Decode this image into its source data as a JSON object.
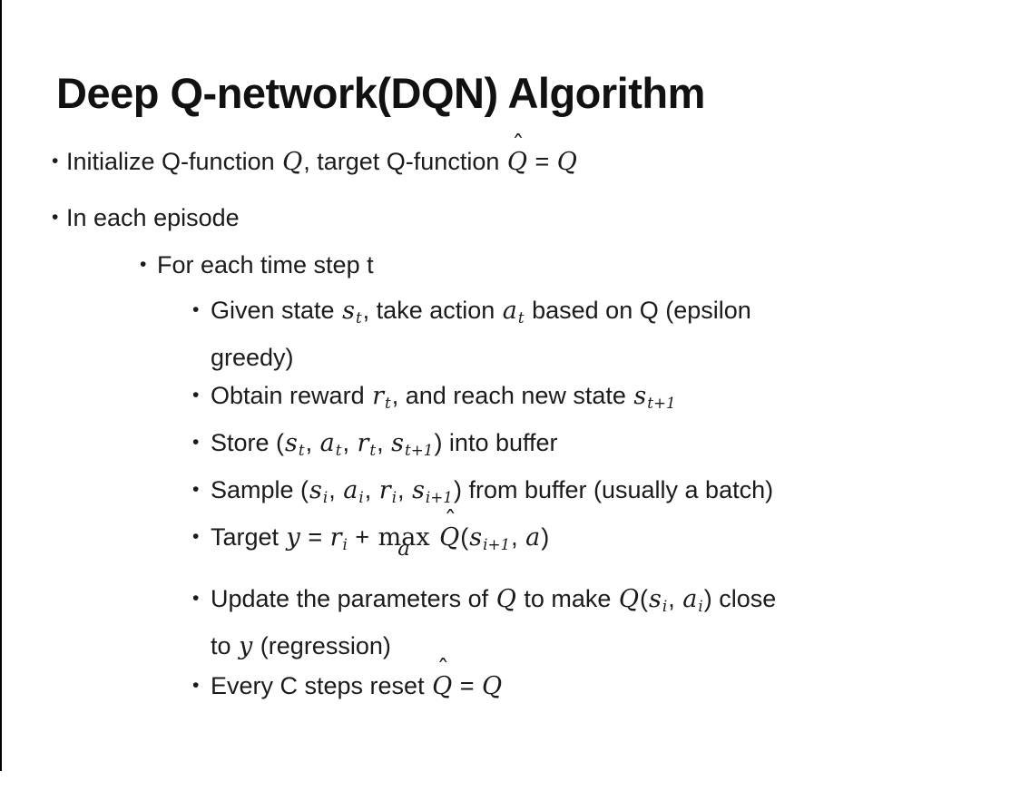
{
  "page": {
    "background_color": "#ffffff",
    "text_color": "#1b1b1b",
    "edge_line_color": "#000000"
  },
  "slide": {
    "title": "Deep Q-network(DQN) Algorithm",
    "bullet_glyph": "•",
    "math": {
      "hat_glyph": "ˆ"
    },
    "bullets": [
      {
        "level": 1,
        "segments": [
          {
            "t": "Initialize Q-function "
          },
          {
            "i": "Q"
          },
          {
            "t": ", target Q-function "
          },
          {
            "i": "Q",
            "hat": true
          },
          {
            "t": " = "
          },
          {
            "i": "Q"
          }
        ]
      },
      {
        "level": 1,
        "segments": [
          {
            "t": "In each episode"
          }
        ]
      },
      {
        "level": 2,
        "segments": [
          {
            "t": "For each time step t"
          }
        ]
      },
      {
        "level": 3,
        "segments": [
          {
            "t": "Given state "
          },
          {
            "i": "s",
            "sub": "t"
          },
          {
            "t": ", take action "
          },
          {
            "i": "a",
            "sub": "t"
          },
          {
            "t": " based on Q (epsilon"
          },
          {
            "br": true
          },
          {
            "t": "greedy)"
          }
        ]
      },
      {
        "level": 3,
        "segments": [
          {
            "t": "Obtain reward "
          },
          {
            "i": "r",
            "sub": "t"
          },
          {
            "t": ", and reach new state "
          },
          {
            "i": "s",
            "sub": "t+1"
          }
        ]
      },
      {
        "level": 3,
        "segments": [
          {
            "t": "Store ("
          },
          {
            "i": "s",
            "sub": "t"
          },
          {
            "t": ", "
          },
          {
            "i": "a",
            "sub": "t"
          },
          {
            "t": ", "
          },
          {
            "i": "r",
            "sub": "t"
          },
          {
            "t": ", "
          },
          {
            "i": "s",
            "sub": "t+1"
          },
          {
            "t": ") into buffer"
          }
        ]
      },
      {
        "level": 3,
        "segments": [
          {
            "t": "Sample ("
          },
          {
            "i": "s",
            "sub": "i"
          },
          {
            "t": ", "
          },
          {
            "i": "a",
            "sub": "i"
          },
          {
            "t": ", "
          },
          {
            "i": "r",
            "sub": "i"
          },
          {
            "t": ", "
          },
          {
            "i": "s",
            "sub": "i+1"
          },
          {
            "t": ") from buffer (usually a batch)"
          }
        ]
      },
      {
        "level": 3,
        "segments": [
          {
            "t": "Target "
          },
          {
            "i": "y"
          },
          {
            "t": " = "
          },
          {
            "i": "r",
            "sub": "i"
          },
          {
            "t": " + "
          },
          {
            "stack": {
              "top": "max",
              "under": "a"
            }
          },
          {
            "t": " "
          },
          {
            "i": "Q",
            "hat": true
          },
          {
            "t": "("
          },
          {
            "i": "s",
            "sub": "i+1"
          },
          {
            "t": ", "
          },
          {
            "i": "a"
          },
          {
            "t": ")"
          }
        ]
      },
      {
        "level": 3,
        "segments": [
          {
            "t": "Update the parameters of "
          },
          {
            "i": "Q"
          },
          {
            "t": " to make "
          },
          {
            "i": "Q"
          },
          {
            "t": "("
          },
          {
            "i": "s",
            "sub": "i"
          },
          {
            "t": ", "
          },
          {
            "i": "a",
            "sub": "i"
          },
          {
            "t": ") close"
          },
          {
            "br": true
          },
          {
            "t": "to "
          },
          {
            "i": "y"
          },
          {
            "t": " (regression)"
          }
        ]
      },
      {
        "level": 3,
        "segments": [
          {
            "t": "Every C steps reset "
          },
          {
            "i": "Q",
            "hat": true
          },
          {
            "t": " = "
          },
          {
            "i": "Q"
          }
        ]
      }
    ]
  }
}
